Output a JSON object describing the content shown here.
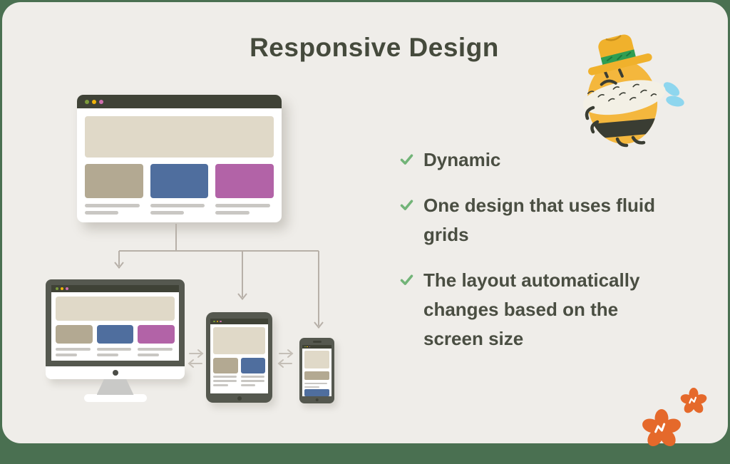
{
  "title": "Responsive Design",
  "checklist": {
    "items": [
      {
        "label": "Dynamic"
      },
      {
        "label": "One design that uses fluid grids"
      },
      {
        "label": "The layout automatically changes based on the screen size"
      }
    ]
  },
  "icons": {
    "checkmark": "✓",
    "window_dots": "green-yellow-pink traffic dots",
    "resize_arrows": "left-right arrows between devices",
    "flow_arrows": "downward tree connector arrows"
  },
  "illustrations": {
    "mascot": "grumpy bee wearing a yellow fedora",
    "devices": [
      "browser-window",
      "desktop-monitor",
      "tablet",
      "smartphone"
    ],
    "corner_decoration": "two orange flowers"
  },
  "colors": {
    "page_bg": "#4a7051",
    "card_bg": "#efede9",
    "title": "#454a3c",
    "text": "#4a4e42",
    "check_green": "#72b478",
    "dark_bar": "#3f4236",
    "device_frame": "#55584f",
    "hero_beige": "#e0d9c8",
    "tan": "#b3a992",
    "blue": "#4f6e9e",
    "purple": "#b263a7",
    "line_gray": "#c9c7c3",
    "connector": "#b7b0a8",
    "stand_gray": "#c9c9c7",
    "dot_green": "#7d9c3c",
    "dot_yellow": "#f0b40a",
    "dot_pink": "#cf6fae",
    "orange": "#e5692b",
    "bee_yellow": "#f4b73d",
    "hat_yellow": "#f0b12c",
    "hat_band_green": "#2f9e52",
    "wing_blue": "#8ed6ee",
    "bee_dark": "#3a3d33",
    "collar_white": "#f3f0e5"
  }
}
